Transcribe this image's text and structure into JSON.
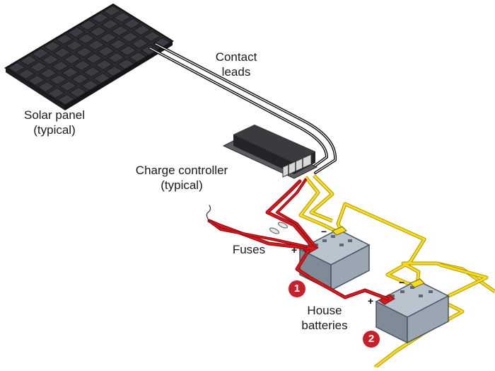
{
  "labels": {
    "solar_panel": [
      "Solar panel",
      "(typical)"
    ],
    "contact_leads": [
      "Contact",
      "leads"
    ],
    "charge_controller": [
      "Charge controller",
      "(typical)"
    ],
    "fuses": "Fuses",
    "house_batteries": [
      "House",
      "batteries"
    ]
  },
  "markers": {
    "battery1": "1",
    "battery2": "2",
    "plus": "+",
    "minus": "−"
  },
  "colors": {
    "positive_wire": "#d7191f",
    "negative_wire": "#f5dc1e",
    "panel_cell": "#222326",
    "panel_frame": "#3a3b3f",
    "battery_body": "#8e9aa6",
    "marker_bg": "#c8202a"
  }
}
